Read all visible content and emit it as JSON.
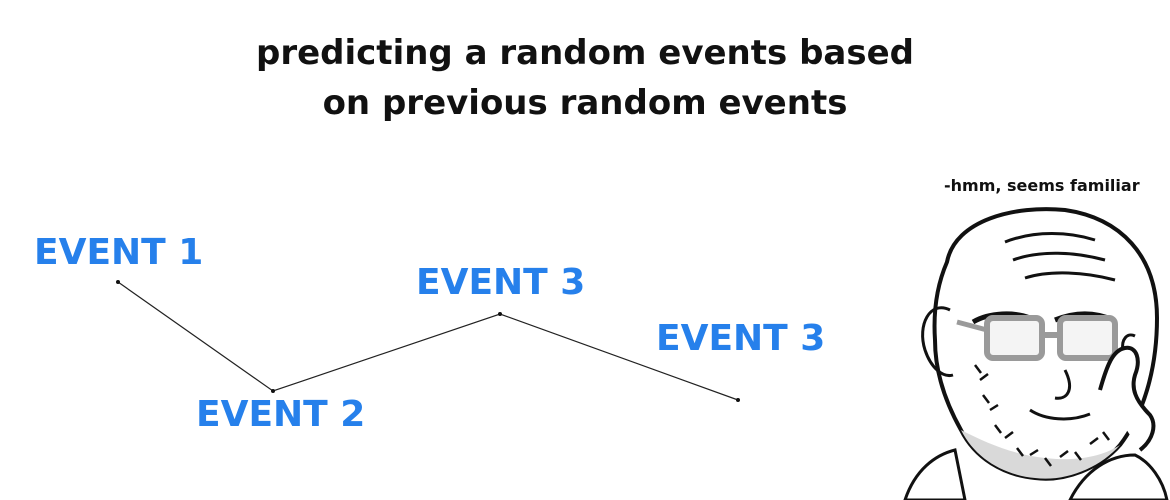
{
  "title": {
    "line1": "predicting a random events based",
    "line2": "on previous random events"
  },
  "events": [
    {
      "label": "EVENT 1"
    },
    {
      "label": "EVENT 2"
    },
    {
      "label": "EVENT 3"
    },
    {
      "label": "EVENT 3"
    }
  ],
  "caption": "-hmm, seems familiar",
  "colors": {
    "event_label": "#2680eb",
    "line": "#222222",
    "text": "#111111"
  },
  "icons": [
    "wojak-glasses-face-icon"
  ]
}
